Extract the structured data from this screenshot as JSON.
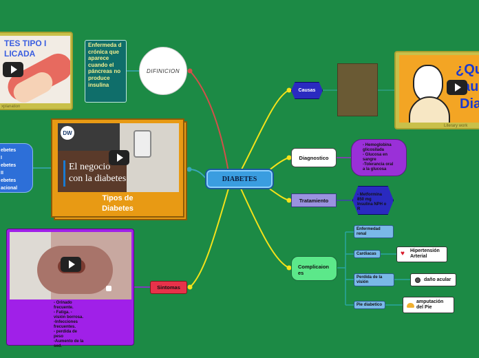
{
  "center": {
    "label": "DIABETES"
  },
  "definicion": {
    "circle_label": "DIFINICION",
    "text": "Enfermeda d crónica que aparece cuando el páncreas no produce insulina"
  },
  "tipos": {
    "title_line1": "Tipos de",
    "title_line2": "Diabetes",
    "video_line1": "El negocio",
    "video_line2": "con la diabetes",
    "video_logo": "DW",
    "list": [
      "ebetes",
      "I",
      "ebetes",
      "II",
      "ebetes",
      "acional"
    ]
  },
  "top_left_card": {
    "title_line1": "TES TIPO I",
    "title_line2": "LICADA",
    "caption": "xplanation"
  },
  "causas": {
    "label": "Causas",
    "note_lines": [
      "",
      "",
      "",
      "",
      "",
      "",
      "",
      ""
    ],
    "card_caption": "Literary work",
    "card_text_lines": [
      "¿Qu",
      "aus",
      "Diab"
    ]
  },
  "diagnostico": {
    "label": "Diagnostico",
    "bubble_lines": [
      "- Hemoglobina",
      "glicosilada",
      "- Glucosa en",
      "sangre",
      "-Tolerancia oral",
      "a la glucosa"
    ]
  },
  "tratamiento": {
    "label": "Tratamiento",
    "bubble_lines": [
      "- Metformina",
      "850 mg",
      "Insulina NPH o",
      "R"
    ]
  },
  "complicaciones": {
    "label_line1": "Complicaion",
    "label_line2": "es",
    "items": [
      {
        "label": "Enfermedad renal",
        "detail": ""
      },
      {
        "label": "Cardiacas",
        "detail": "Hipertensión Arterial",
        "icon": "broken-heart-icon"
      },
      {
        "label": "Perdida de la visión",
        "detail": "daño acular",
        "icon": "eye-icon"
      },
      {
        "label": "Pie diabetico",
        "detail": "amputación del Pie",
        "icon": "foot-icon"
      }
    ]
  },
  "sintomas": {
    "label": "Sintomas",
    "list_lines": [
      "- Orinado",
      "frecuente.",
      "- Fatiga. -",
      "visión borrosa.",
      "-Infecciones",
      "frecuentes.",
      "- perdida de",
      "peso",
      "-Aumento de la",
      "sed."
    ]
  },
  "colors": {
    "background": "#1c8a45",
    "center": "#3a9de0",
    "yellow_line": "#f5e21a",
    "red_line": "#d2504a",
    "purple": "#a020e8",
    "orange": "#e89a14"
  }
}
